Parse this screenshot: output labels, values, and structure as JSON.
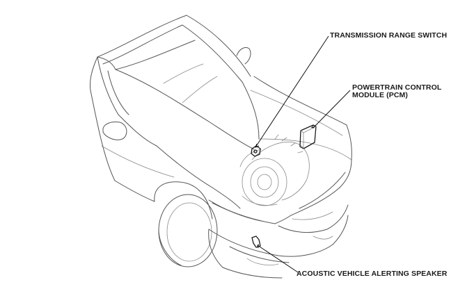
{
  "diagram": {
    "labels": {
      "transmission_range_switch": "TRANSMISSION RANGE SWITCH",
      "pcm_line1": "POWERTRAIN CONTROL",
      "pcm_line2": "MODULE (PCM)",
      "speaker": "ACOUSTIC VEHICLE ALERTING SPEAKER"
    },
    "colors": {
      "line_art": "#555555",
      "highlight": "#1a1a1a",
      "background": "#ffffff"
    }
  }
}
